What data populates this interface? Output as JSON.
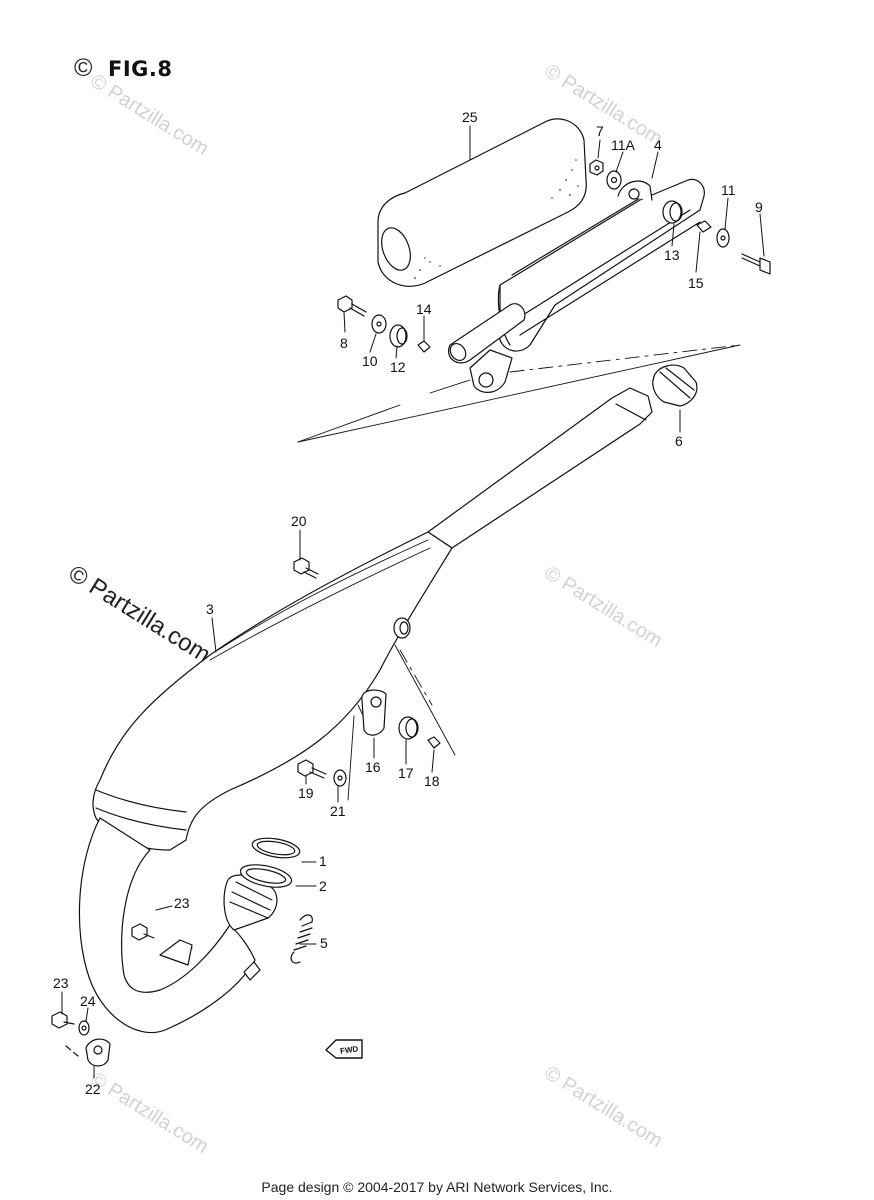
{
  "figure": {
    "copyright_symbol": "©",
    "title": "FIG.8"
  },
  "watermark": {
    "text": "© Partzilla.com"
  },
  "footer": {
    "text": "Page design © 2004-2017 by ARI Network Services, Inc."
  },
  "fwd_badge": {
    "text": "FWD"
  },
  "part_labels": [
    "25",
    "7",
    "11A",
    "4",
    "11",
    "9",
    "13",
    "15",
    "8",
    "10",
    "12",
    "14",
    "6",
    "20",
    "3",
    "16",
    "17",
    "18",
    "19",
    "21",
    "1",
    "2",
    "23",
    "5",
    "23",
    "24",
    "22"
  ]
}
